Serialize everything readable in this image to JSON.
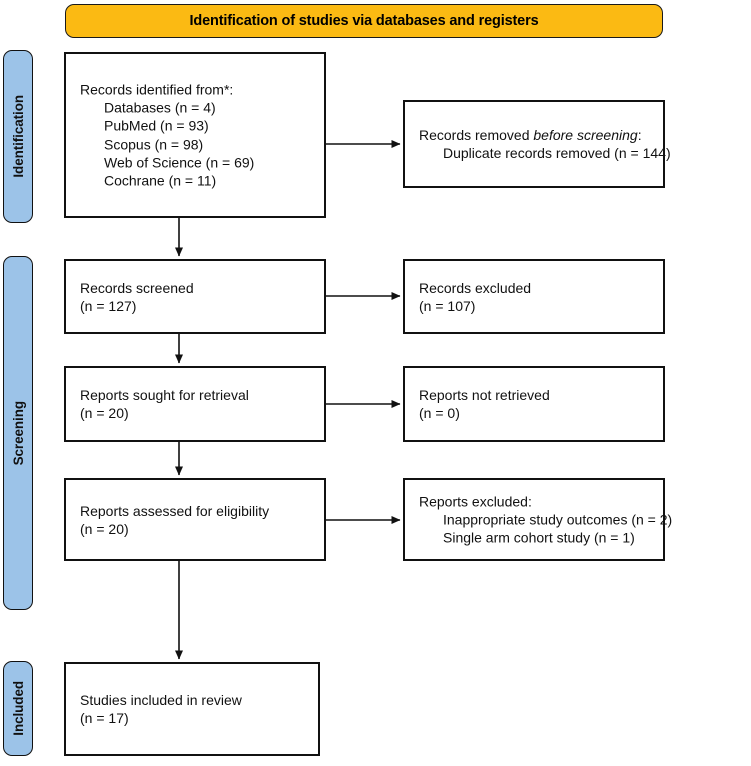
{
  "banner": {
    "title": "Identification of studies via databases and registers",
    "color": "#FBBA13"
  },
  "stages": {
    "identification": "Identification",
    "screening": "Screening",
    "included": "Included",
    "color": "#9CC3E8"
  },
  "boxes": {
    "identified": {
      "heading": "Records identified from*:",
      "items": [
        "Databases (n = 4)",
        "PubMed (n = 93)",
        "Scopus (n = 98)",
        "Web of Science (n = 69)",
        "Cochrane (n = 11)"
      ]
    },
    "removed": {
      "heading_plain": "Records removed ",
      "heading_italic": "before screening",
      "heading_tail": ":",
      "items": [
        "Duplicate records removed (n = 144)"
      ]
    },
    "screened": {
      "line1": "Records screened",
      "line2": "(n = 127)"
    },
    "excluded": {
      "line1": "Records excluded",
      "line2": "(n = 107)"
    },
    "sought": {
      "line1": "Reports sought for retrieval",
      "line2": "(n = 20)"
    },
    "not_retrieved": {
      "line1": "Reports not retrieved",
      "line2": "(n = 0)"
    },
    "assessed": {
      "line1": "Reports assessed for eligibility",
      "line2": "(n = 20)"
    },
    "reports_excluded": {
      "heading": "Reports excluded:",
      "items": [
        "Inappropriate study outcomes (n = 2)",
        "Single arm cohort study (n = 1)"
      ]
    },
    "included": {
      "line1": "Studies included in review",
      "line2": "(n = 17)"
    }
  }
}
